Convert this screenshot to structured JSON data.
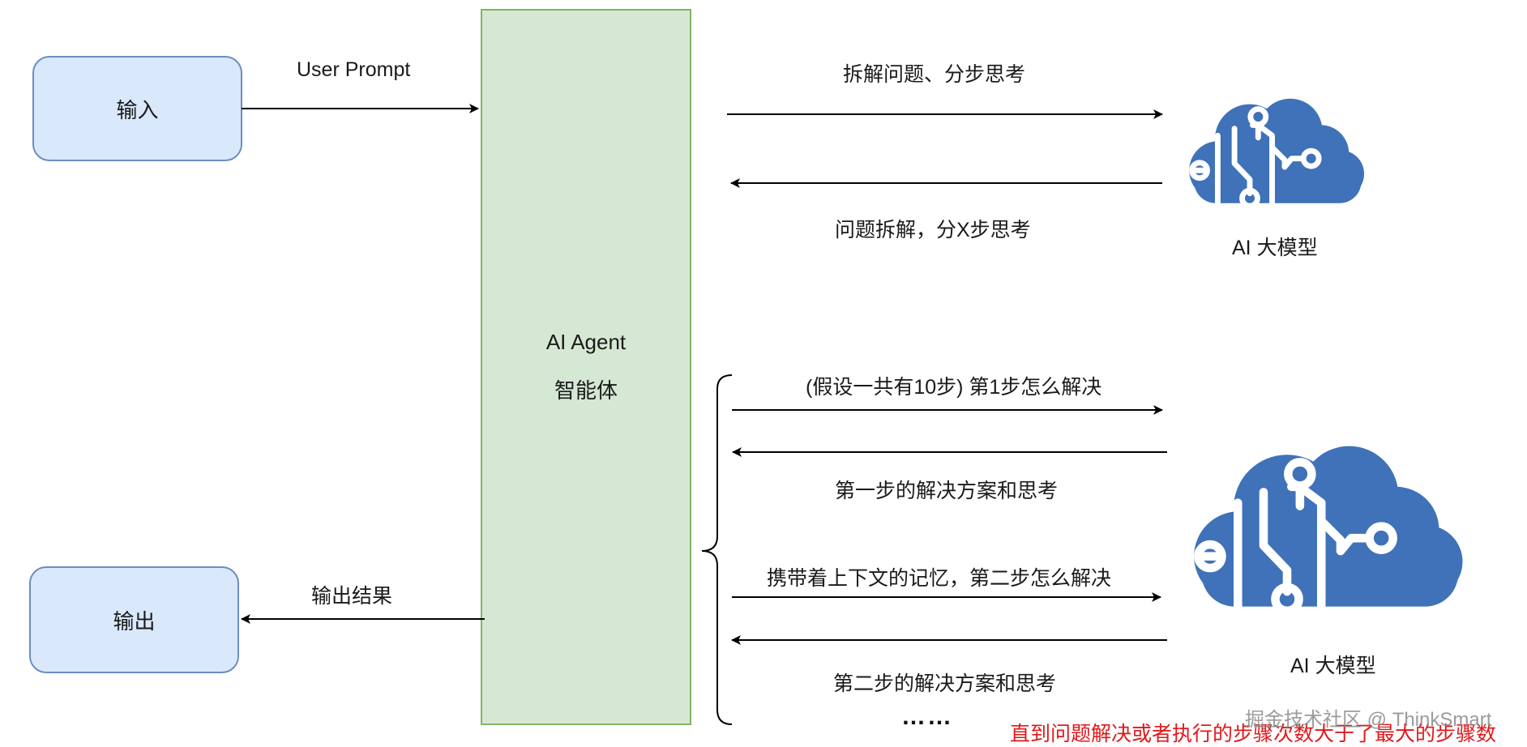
{
  "nodes": {
    "input": "输入",
    "output": "输出",
    "agent_line1": "AI Agent",
    "agent_line2": "智能体",
    "model_top": "AI 大模型",
    "model_bottom": "AI 大模型"
  },
  "edges": {
    "user_prompt": "User Prompt",
    "decompose_request": "拆解问题、分步思考",
    "decompose_response": "问题拆解，分X步思考",
    "step1_request": "(假设一共有10步) 第1步怎么解决",
    "step1_response": "第一步的解决方案和思考",
    "step2_request": "携带着上下文的记忆，第二步怎么解决",
    "step2_response": "第二步的解决方案和思考",
    "output_result": "输出结果"
  },
  "ellipsis": "……",
  "note": "直到问题解决或者执行的步骤次数大于了最大的步骤数",
  "watermark": "掘金技术社区 @ ThinkSmart",
  "colors": {
    "io_box_fill": "#dae8fc",
    "io_box_stroke": "#6c8ebf",
    "agent_fill": "#d5e8d4",
    "agent_stroke": "#82b366",
    "cloud_fill": "#3f72b8",
    "note_color": "#e0191b",
    "watermark_color": "#8a8a8a"
  },
  "icons": {
    "model_top": "ai-brain-cloud-icon",
    "model_bottom": "ai-brain-cloud-icon"
  }
}
